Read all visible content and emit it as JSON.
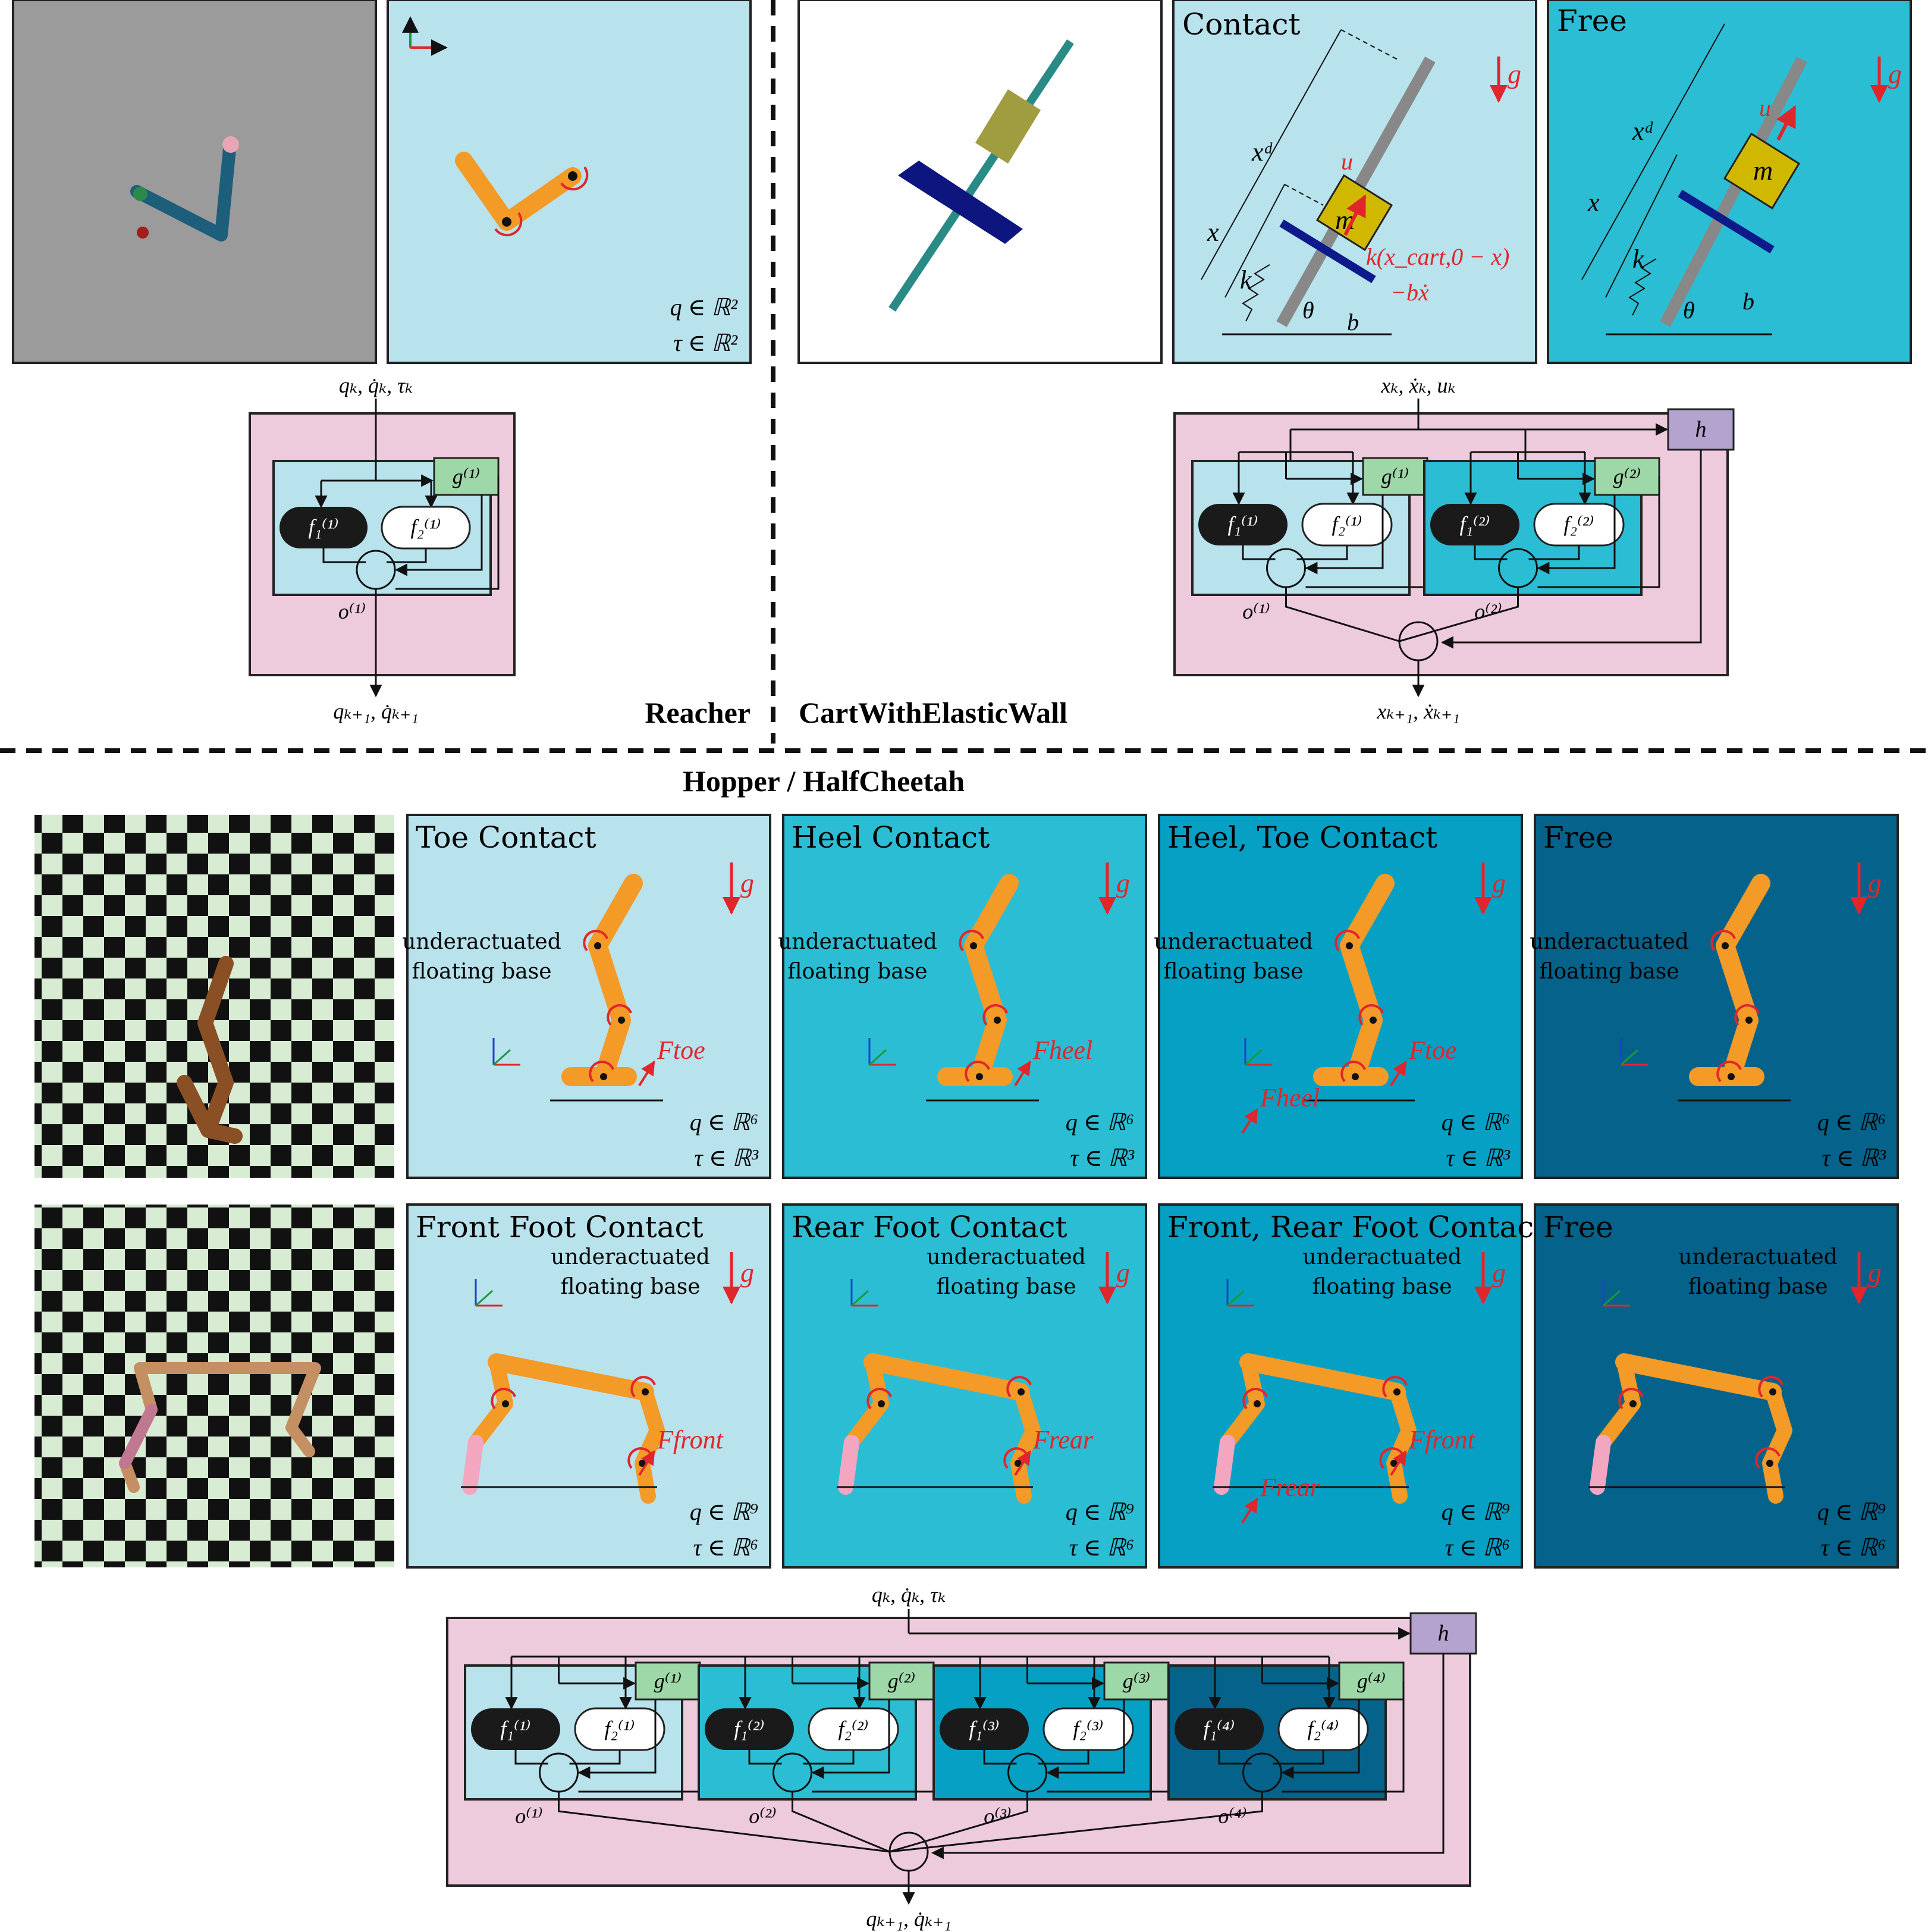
{
  "colors": {
    "c1": "#b8e2ec",
    "c2": "#2bbdd4",
    "c3": "#06a0c4",
    "c4": "#05628a",
    "pink": "#eecbdc",
    "green_box": "#9fd8a8",
    "h_box": "#b5a3cf",
    "red": "#e0262b",
    "orange": "#f49a26"
  },
  "icons": [
    "reacher-render",
    "cart-render",
    "hopper-render",
    "halfcheetah-render",
    "gravity-arrow-icon",
    "coordinate-frame-icon",
    "contact-force-arrow-icon",
    "joint-torque-icon"
  ],
  "reacher": {
    "title": "Reacher",
    "q_space": "q ∈ ℝ²",
    "tau_space": "τ ∈ ℝ²",
    "input": "qₖ, q̇ₖ, τₖ",
    "output": "qₖ₊₁, q̇ₖ₊₁",
    "g1": "g⁽¹⁾",
    "f1": "f₁⁽¹⁾",
    "f2": "f₂⁽¹⁾",
    "o": "o⁽¹⁾"
  },
  "cart": {
    "title": "CartWithElasticWall",
    "contact_title": "Contact",
    "free_title": "Free",
    "g": "g",
    "u": "u",
    "m": "m",
    "xd": "xᵈ",
    "x": "x",
    "k": "k",
    "b": "b",
    "theta": "θ",
    "force1": "k(x_cart,0 − x)",
    "force2": "−bẋ",
    "input": "xₖ, ẋₖ, uₖ",
    "output": "xₖ₊₁, ẋₖ₊₁",
    "h": "h",
    "modes": [
      {
        "g": "g⁽¹⁾",
        "f1": "f₁⁽¹⁾",
        "f2": "f₂⁽¹⁾",
        "o": "o⁽¹⁾"
      },
      {
        "g": "g⁽²⁾",
        "f1": "f₁⁽²⁾",
        "f2": "f₂⁽²⁾",
        "o": "o⁽²⁾"
      }
    ]
  },
  "hopper_header": "Hopper / HalfCheetah",
  "hopper_panels": [
    {
      "title": "Toe Contact",
      "forces": [
        "F_toe"
      ],
      "q": "q ∈ ℝ⁶",
      "tau": "τ ∈ ℝ³"
    },
    {
      "title": "Heel Contact",
      "forces": [
        "F_heel"
      ],
      "q": "q ∈ ℝ⁶",
      "tau": "τ ∈ ℝ³"
    },
    {
      "title": "Heel, Toe Contact",
      "forces": [
        "F_toe",
        "F_heel"
      ],
      "q": "q ∈ ℝ⁶",
      "tau": "τ ∈ ℝ³"
    },
    {
      "title": "Free",
      "forces": [],
      "q": "q ∈ ℝ⁶",
      "tau": "τ ∈ ℝ³"
    }
  ],
  "cheetah_panels": [
    {
      "title": "Front Foot Contact",
      "forces": [
        "F_front"
      ],
      "q": "q ∈ ℝ⁹",
      "tau": "τ ∈ ℝ⁶"
    },
    {
      "title": "Rear Foot Contact",
      "forces": [
        "F_rear"
      ],
      "q": "q ∈ ℝ⁹",
      "tau": "τ ∈ ℝ⁶"
    },
    {
      "title": "Front, Rear Foot Contact",
      "forces": [
        "F_front",
        "F_rear"
      ],
      "q": "q ∈ ℝ⁹",
      "tau": "τ ∈ ℝ⁶"
    },
    {
      "title": "Free",
      "forces": [],
      "q": "q ∈ ℝ⁹",
      "tau": "τ ∈ ℝ⁶"
    }
  ],
  "floating_base_line1": "underactuated",
  "floating_base_line2": "floating base",
  "gravity": "g",
  "bottom": {
    "input": "qₖ, q̇ₖ, τₖ",
    "output": "qₖ₊₁, q̇ₖ₊₁",
    "h": "h",
    "modes": [
      {
        "g": "g⁽¹⁾",
        "f1": "f₁⁽¹⁾",
        "f2": "f₂⁽¹⁾",
        "o": "o⁽¹⁾"
      },
      {
        "g": "g⁽²⁾",
        "f1": "f₁⁽²⁾",
        "f2": "f₂⁽²⁾",
        "o": "o⁽²⁾"
      },
      {
        "g": "g⁽³⁾",
        "f1": "f₁⁽³⁾",
        "f2": "f₂⁽³⁾",
        "o": "o⁽³⁾"
      },
      {
        "g": "g⁽⁴⁾",
        "f1": "f₁⁽⁴⁾",
        "f2": "f₂⁽⁴⁾",
        "o": "o⁽⁴⁾"
      }
    ]
  }
}
